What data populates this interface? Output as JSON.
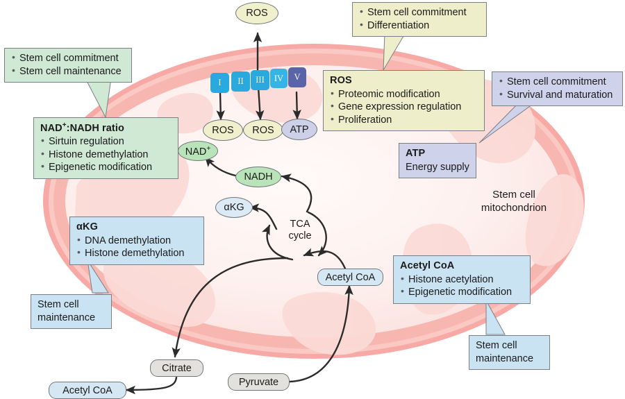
{
  "figure": {
    "organelle_label": "Stem cell\nmitochondrion",
    "cycle_label": "TCA\ncycle"
  },
  "colors": {
    "membrane_outer": "#f6a9a4",
    "membrane_mid": "#fbd0cc",
    "matrix": "#fdeceb",
    "matrix_light": "#fef6f4",
    "cristae": "#fbd8d4",
    "green_box": "#cfe9d4",
    "yellow_box": "#eeeecb",
    "blue_box": "#c9e3f2",
    "purple_box": "#ced2ea",
    "arrow": "#2b2b2b",
    "complex_blue": "#29a8dd",
    "complex_v": "#5a64a8"
  },
  "callouts": {
    "nad_effects": {
      "name": "Stem cell commitment / maintenance",
      "items": [
        "Stem cell commitment",
        "Stem cell maintenance"
      ]
    },
    "ros_effects": {
      "items": [
        "Stem cell commitment",
        "Differentiation"
      ]
    },
    "atp_effects": {
      "items": [
        "Stem cell commitment",
        "Survival and maturation"
      ]
    },
    "akg_effects": {
      "text_line1": "Stem cell",
      "text_line2": "maintenance"
    },
    "acetylcoa_effects": {
      "text_line1": "Stem cell",
      "text_line2": "maintenance"
    }
  },
  "info_boxes": {
    "nad_ratio": {
      "title": "NAD+:NADH ratio",
      "title_base": "NAD",
      "title_sup": "+",
      "title_rest": ":NADH ratio",
      "items": [
        "Sirtuin regulation",
        "Histone demethylation",
        "Epigenetic modification"
      ]
    },
    "ros": {
      "title": "ROS",
      "items": [
        "Proteomic modification",
        "Gene expression regulation",
        "Proliferation"
      ]
    },
    "atp": {
      "title": "ATP",
      "subtitle": "Energy supply"
    },
    "akg": {
      "title": "αKG",
      "items": [
        "DNA demethylation",
        "Histone demethylation"
      ]
    },
    "acetyl_coa": {
      "title": "Acetyl CoA",
      "items": [
        "Histone acetylation",
        "Epigenetic modification"
      ]
    }
  },
  "complexes": [
    {
      "label": "I",
      "color": "#2aa9df"
    },
    {
      "label": "II",
      "color": "#2aa9df"
    },
    {
      "label": "III",
      "color": "#2aa9df"
    },
    {
      "label": "IV",
      "color": "#35b4e6"
    },
    {
      "label": "V",
      "color": "#5a64a8"
    }
  ],
  "metabolites": {
    "ros_top": "ROS",
    "ros_left": "ROS",
    "ros_mid": "ROS",
    "atp": "ATP",
    "nad_plus": "NAD+",
    "nad_plus_base": "NAD",
    "nad_plus_sup": "+",
    "nadh": "NADH",
    "akg": "αKG",
    "acetyl_coa_matrix": "Acetyl CoA",
    "citrate": "Citrate",
    "acetyl_coa_cyto": "Acetyl CoA",
    "pyruvate": "Pyruvate"
  }
}
